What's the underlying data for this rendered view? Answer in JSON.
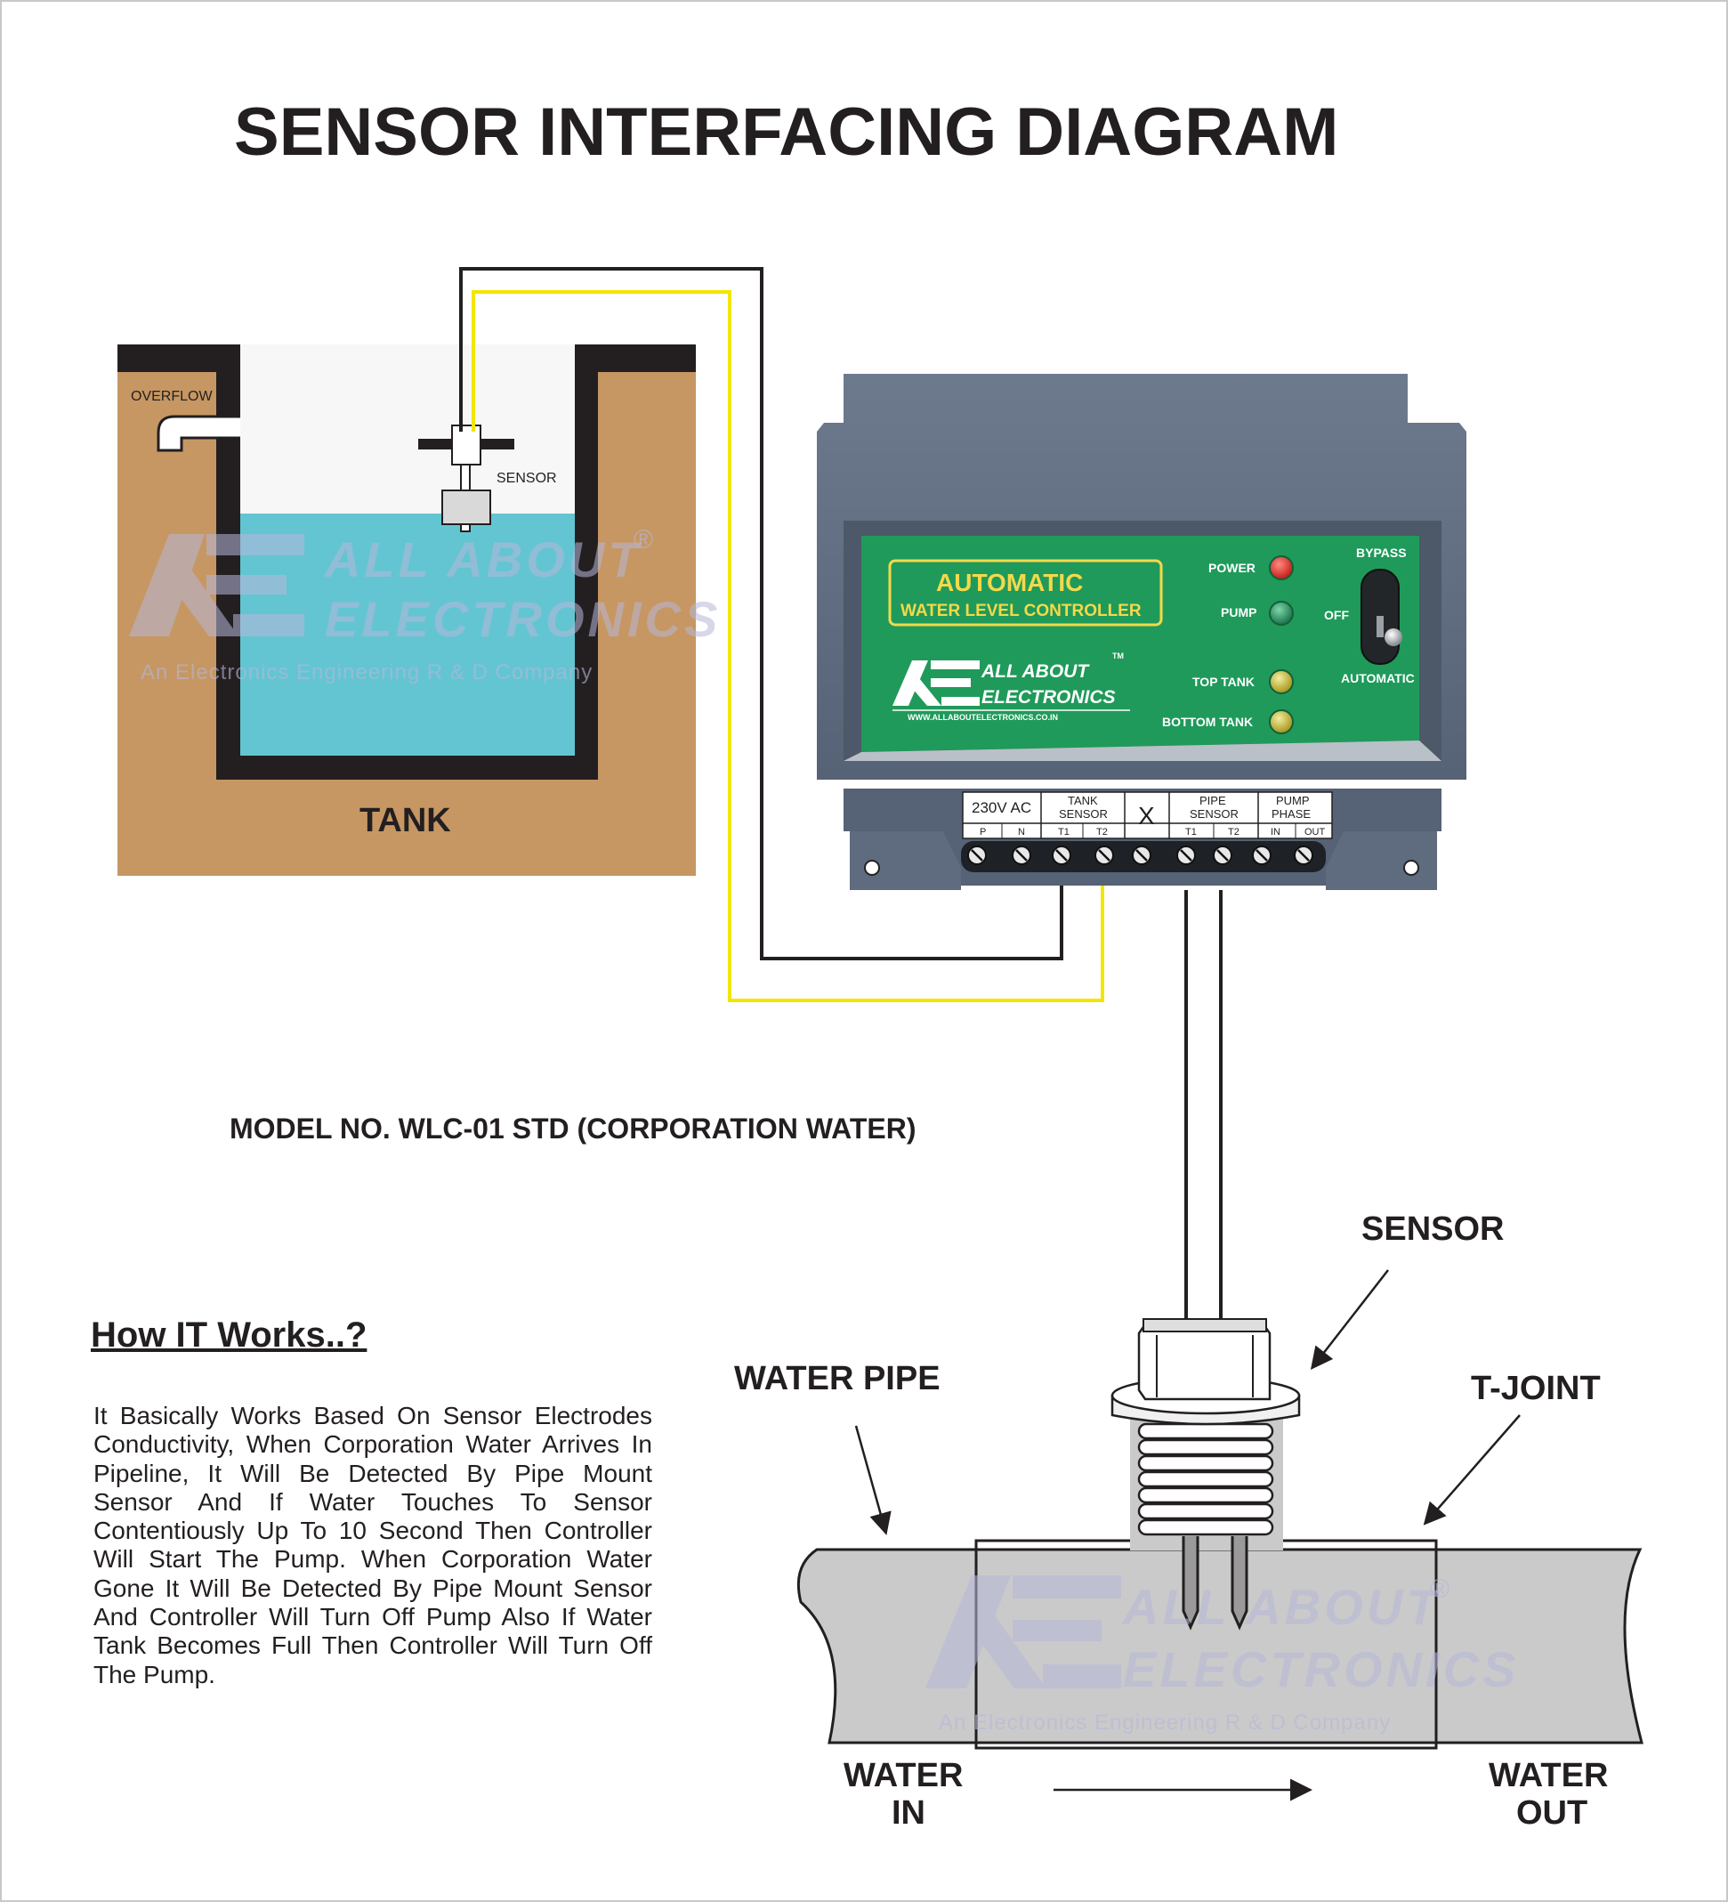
{
  "title": "SENSOR INTERFACING DIAGRAM",
  "model": "MODEL NO. WLC-01 STD (CORPORATION WATER)",
  "tank": {
    "label": "TANK",
    "overflow_label": "OVERFLOW",
    "sensor_label": "SENSOR"
  },
  "watermark": {
    "line1": "ALL ABOUT",
    "line2": "ELECTRONICS",
    "registered": "®",
    "tagline": "An Electronics Engineering R & D Company"
  },
  "controller": {
    "title": "AUTOMATIC",
    "subtitle": "WATER LEVEL CONTROLLER",
    "brand_line1": "ALL ABOUT",
    "brand_line2": "ELECTRONICS",
    "brand_tm": "TM",
    "brand_url": "WWW.ALLABOUTELECTRONICS.CO.IN",
    "indicators": [
      "POWER",
      "PUMP",
      "TOP TANK",
      "BOTTOM TANK"
    ],
    "switch_labels": {
      "top": "BYPASS",
      "middle": "OFF",
      "bottom": "AUTOMATIC"
    },
    "colors": {
      "body": "#5d6a7e",
      "panel": "#1f9a5a",
      "led_power": "#e0302a",
      "led_pump": "#2f9a6c",
      "led_tank": "#c8b93a",
      "wire_black": "#231f20",
      "wire_yellow": "#f2e600",
      "water": "#63c5d2",
      "soil": "#c69763",
      "pipe": "#cacaca"
    }
  },
  "terminals": {
    "groups": [
      {
        "head": "230V AC",
        "subs": [
          "P",
          "N"
        ]
      },
      {
        "head": "TANK SENSOR",
        "head_line1": "TANK",
        "head_line2": "SENSOR",
        "subs": [
          "T1",
          "T2"
        ]
      },
      {
        "head": "X",
        "subs": []
      },
      {
        "head": "PIPE SENSOR",
        "head_line1": "PIPE",
        "head_line2": "SENSOR",
        "subs": [
          "T1",
          "T2"
        ]
      },
      {
        "head": "PUMP PHASE",
        "head_line1": "PUMP",
        "head_line2": "PHASE",
        "subs": [
          "IN",
          "OUT"
        ]
      }
    ]
  },
  "pipe": {
    "sensor_label": "SENSOR",
    "water_pipe_label": "WATER PIPE",
    "t_joint_label": "T-JOINT",
    "water_in_line1": "WATER",
    "water_in_line2": "IN",
    "water_out_line1": "WATER",
    "water_out_line2": "OUT"
  },
  "how_it_works": {
    "title": "How IT Works..?",
    "body": "It Basically Works Based On Sensor Electrodes Conductivity, When Corporation Water Arrives In Pipeline, It Will Be Detected By Pipe Mount Sensor And If Water Touches To Sensor Contentiously Up To 10 Second Then Controller Will Start The Pump. When Corporation Water Gone It Will Be Detected By Pipe Mount Sensor And Controller Will Turn Off Pump Also If Water Tank Becomes Full Then Controller Will Turn Off The Pump."
  }
}
